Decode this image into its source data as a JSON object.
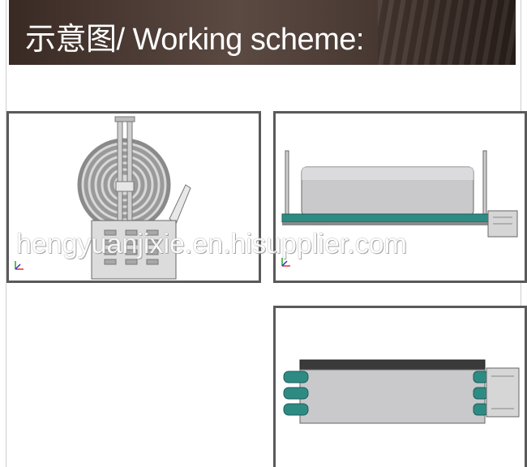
{
  "banner": {
    "title": "示意图/ Working scheme:"
  },
  "panels": [
    {
      "name": "side-view",
      "label": ""
    },
    {
      "name": "front-view",
      "label": ""
    },
    {
      "name": "top-view",
      "label": ""
    }
  ],
  "watermark": {
    "text": "hengyuanjixie.en.hisupplier.com"
  },
  "colors": {
    "banner_bg": "#4a3a34",
    "frame": "#5a5a5a",
    "roller_teal": "#2e8b83",
    "drum_gray": "#c9c9cc"
  }
}
